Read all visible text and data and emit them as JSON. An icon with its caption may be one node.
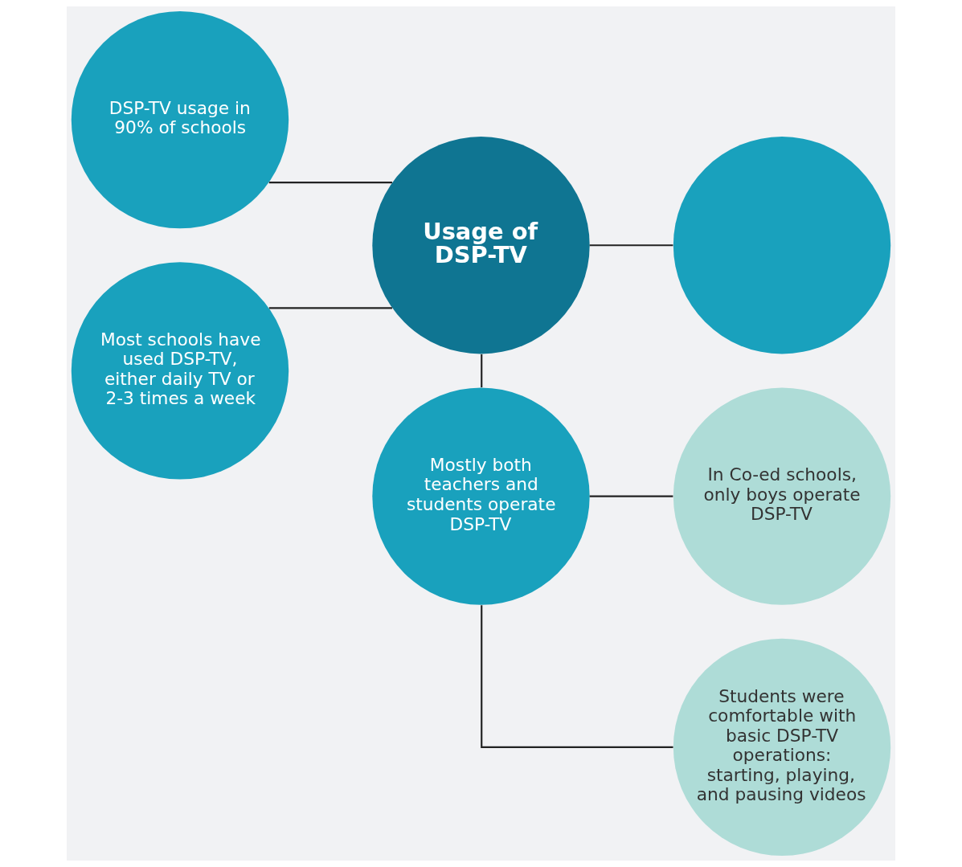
{
  "diagram": {
    "nodes": [
      {
        "text": [
          "Usage of DSP-TV"
        ]
      },
      {
        "text": [
          "DSP-TV usage in 90% of schools"
        ]
      },
      {
        "text": [
          "Most schools have used DSP-TV, either daily TV or 2-3 times a week"
        ]
      },
      {
        "text": [],
        "shape": "circle"
      },
      {
        "text": [
          "Mostly both teachers and students operate DSP-TV"
        ]
      },
      {
        "text": [
          "In Co-ed schools, only boys operate DSP-TV"
        ]
      },
      {
        "text": [
          "Students were comfortable with basic DSP-TV operations: starting, playing, and pausing videos"
        ]
      }
    ],
    "edges": [
      {
        "from": 1,
        "to": 0,
        "arrow": "none"
      },
      {
        "from": 2,
        "to": 0,
        "arrow": "none"
      },
      {
        "from": 0,
        "to": 3,
        "arrow": "none"
      },
      {
        "from": 0,
        "to": 4,
        "arrow": "none"
      },
      {
        "from": 4,
        "to": 5,
        "arrow": "none"
      },
      {
        "from": 4,
        "to": 6,
        "arrow": "none"
      }
    ]
  }
}
